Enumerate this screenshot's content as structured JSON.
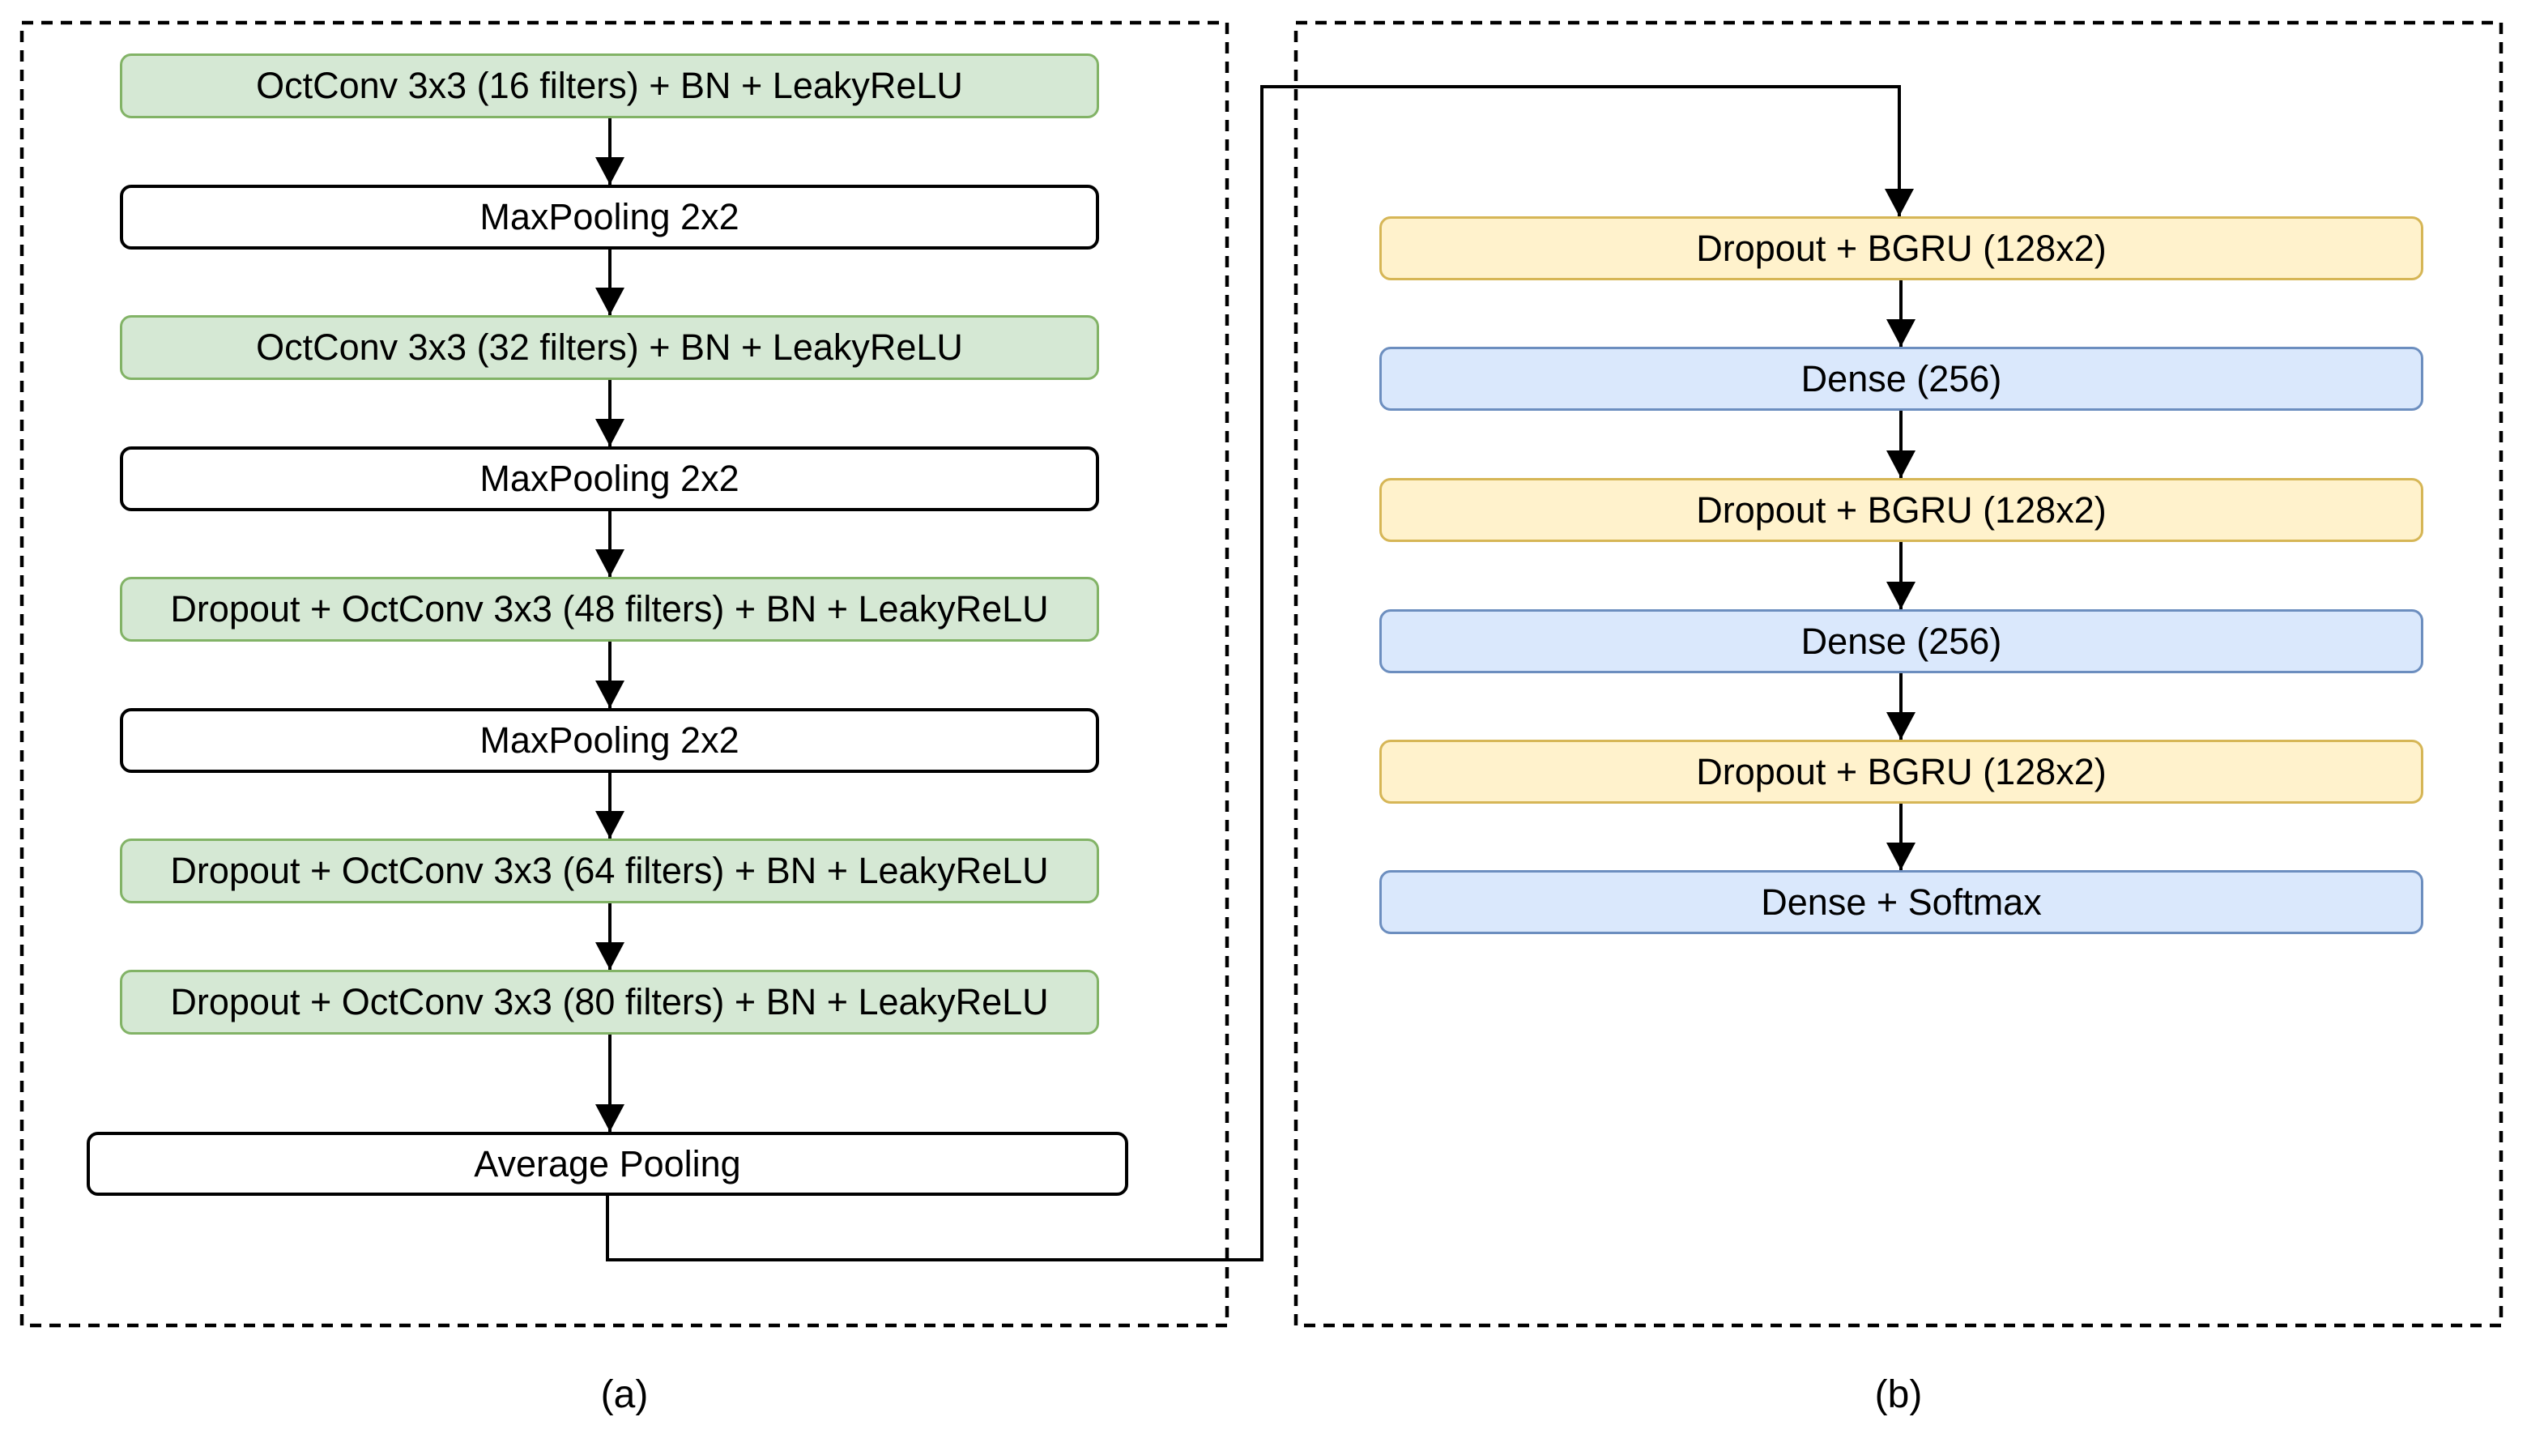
{
  "diagram": {
    "colors": {
      "conv_fill": "#d5e8d4",
      "conv_border": "#82b366",
      "gru_fill": "#fff2cc",
      "gru_border": "#d6b656",
      "dense_fill": "#dae8fc",
      "dense_border": "#6c8ebf",
      "pool_fill": "#ffffff",
      "pool_border": "#000000",
      "line": "#000000"
    },
    "panel_a": {
      "caption": "(a)",
      "boxes": [
        {
          "type": "octconv",
          "label": "OctConv 3x3 (16 filters) + BN + LeakyReLU"
        },
        {
          "type": "maxpool",
          "label": "MaxPooling 2x2"
        },
        {
          "type": "octconv",
          "label": "OctConv 3x3 (32 filters) + BN + LeakyReLU"
        },
        {
          "type": "maxpool",
          "label": "MaxPooling 2x2"
        },
        {
          "type": "octconv",
          "label": "Dropout + OctConv 3x3 (48 filters) + BN + LeakyReLU"
        },
        {
          "type": "maxpool",
          "label": "MaxPooling 2x2"
        },
        {
          "type": "octconv",
          "label": "Dropout + OctConv 3x3 (64 filters) + BN + LeakyReLU"
        },
        {
          "type": "octconv",
          "label": "Dropout + OctConv 3x3 (80 filters) + BN + LeakyReLU"
        },
        {
          "type": "avgpool",
          "label": "Average Pooling"
        }
      ]
    },
    "panel_b": {
      "caption": "(b)",
      "boxes": [
        {
          "type": "bgru",
          "label": "Dropout + BGRU (128x2)"
        },
        {
          "type": "dense",
          "label": "Dense (256)"
        },
        {
          "type": "bgru",
          "label": "Dropout + BGRU (128x2)"
        },
        {
          "type": "dense",
          "label": "Dense (256)"
        },
        {
          "type": "bgru",
          "label": "Dropout + BGRU (128x2)"
        },
        {
          "type": "dense",
          "label": "Dense + Softmax"
        }
      ]
    }
  }
}
